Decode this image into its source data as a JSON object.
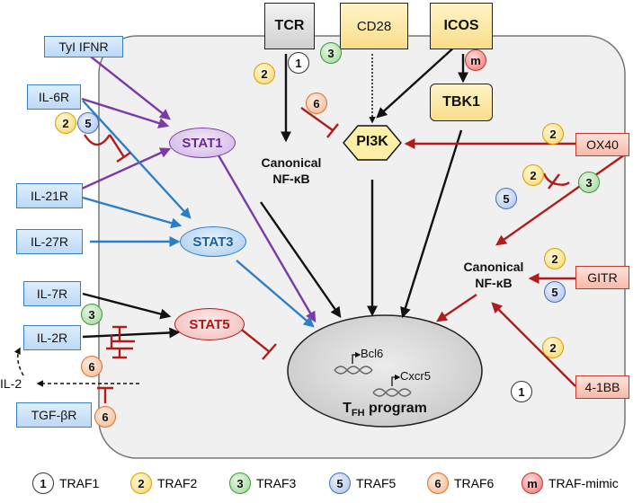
{
  "receptors_left": {
    "ifnr": "TyI IFNR",
    "il6r": "IL-6R",
    "il21r": "IL-21R",
    "il27r": "IL-27R",
    "il7r": "IL-7R",
    "il2r": "IL-2R",
    "tgfbr": "TGF-βR"
  },
  "receptors_top": {
    "tcr": "TCR",
    "cd28": "CD28",
    "icos": "ICOS"
  },
  "receptors_right": {
    "ox40": "OX40",
    "gitr": "GITR",
    "fourbb": "4-1BB"
  },
  "nodes": {
    "stat1": "STAT1",
    "stat3": "STAT3",
    "stat5": "STAT5",
    "pi3k": "PI3K",
    "tbk1": "TBK1",
    "nfkb_left_line1": "Canonical",
    "nfkb_left_line2": "NF-κB",
    "nfkb_right_line1": "Canonical",
    "nfkb_right_line2": "NF-κB",
    "il2": "IL-2"
  },
  "tfh": {
    "gene1": "Bcl6",
    "gene2": "Cxcr5",
    "program_prefix": "T",
    "program_sub": "FH",
    "program_suffix": " program"
  },
  "badges": {
    "traf1": "1",
    "traf2": "2",
    "traf3": "3",
    "traf5": "5",
    "traf6": "6",
    "mimic": "m"
  },
  "legend": [
    {
      "symbol": "1",
      "label": "TRAF1"
    },
    {
      "symbol": "2",
      "label": "TRAF2"
    },
    {
      "symbol": "3",
      "label": "TRAF3"
    },
    {
      "symbol": "5",
      "label": "TRAF5"
    },
    {
      "symbol": "6",
      "label": "TRAF6"
    },
    {
      "symbol": "m",
      "label": "TRAF-mimic"
    }
  ],
  "colors": {
    "purple": "#7b3aa8",
    "blue": "#2a7fc8",
    "red": "#b31b1b",
    "black": "#111111",
    "cell_fill": "#f0f0f0"
  }
}
